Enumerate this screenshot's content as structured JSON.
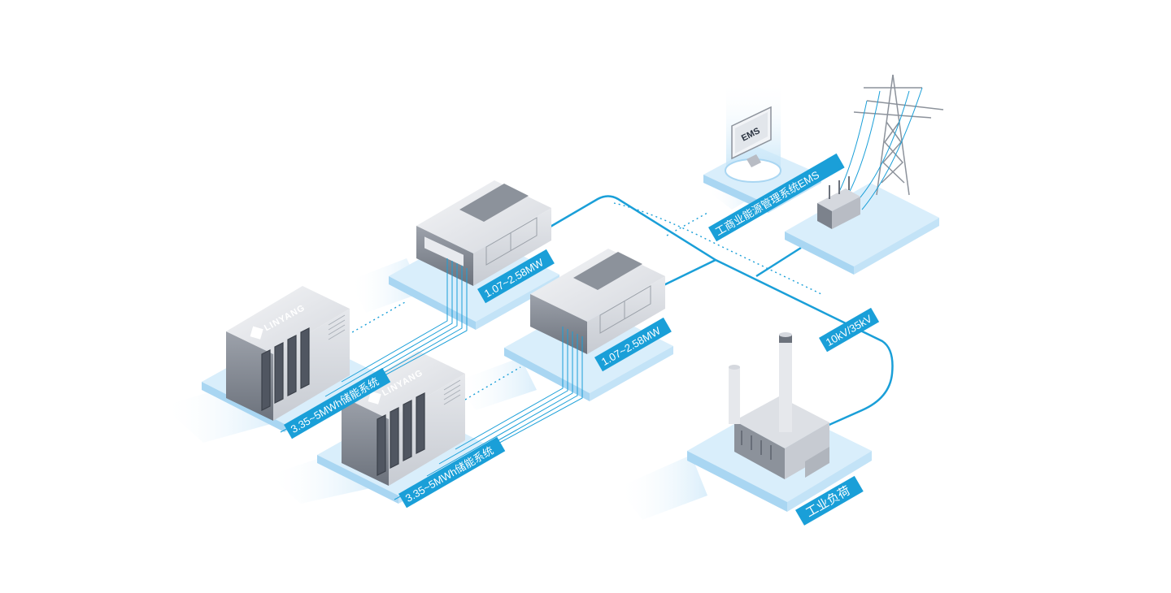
{
  "diagram": {
    "labels": {
      "storage_1": "3.35~5MWh储能系统",
      "storage_2": "3.35~5MWh储能系统",
      "pcs_1": "1.07~2.58MW",
      "pcs_2": "1.07~2.58MW",
      "ems": "工商业能源管理系统EMS",
      "voltage": "10kV/35kV",
      "load": "工业负荷"
    },
    "brand_text": "LINYANG",
    "ems_screen_text": "EMS",
    "colors": {
      "accent": "#1a9fd8",
      "platform": "#d9eefb",
      "platform_side": "#a9d6f2",
      "cabinet_light": "#eef0f3",
      "cabinet_mid": "#b8bcc4",
      "cabinet_dark": "#6f7580"
    }
  }
}
